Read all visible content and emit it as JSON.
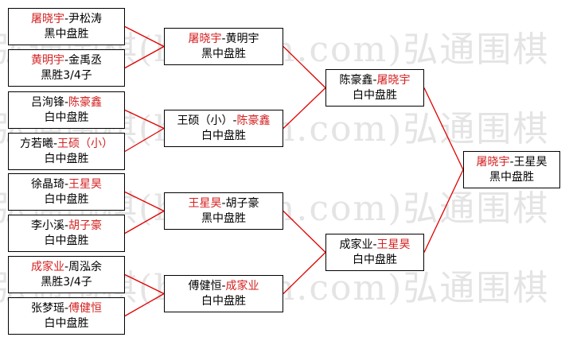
{
  "watermark": {
    "text": "弘通围棋(hootom.com)弘通围棋"
  },
  "colors": {
    "highlight": "#d42020",
    "connector": "#e00000",
    "border": "#000000"
  },
  "rounds": {
    "round1": [
      {
        "left": "屠晓宇",
        "right": "尹松涛",
        "winner": "left",
        "result": "黑中盘胜"
      },
      {
        "left": "黄明宇",
        "right": "金禹丞",
        "winner": "left",
        "result": "黑胜3/4子"
      },
      {
        "left": "吕洵锋",
        "right": "陈豪鑫",
        "winner": "right",
        "result": "白中盘胜"
      },
      {
        "left": "方若曦",
        "right": "王硕（小）",
        "winner": "right",
        "result": "白中盘胜"
      },
      {
        "left": "徐晶琦",
        "right": "王星昊",
        "winner": "right",
        "result": "白中盘胜"
      },
      {
        "left": "李小溪",
        "right": "胡子豪",
        "winner": "right",
        "result": "白中盘胜"
      },
      {
        "left": "成家业",
        "right": "周泓余",
        "winner": "left",
        "result": "黑胜3/4子"
      },
      {
        "left": "张梦瑶",
        "right": "傅健恒",
        "winner": "right",
        "result": "白中盘胜"
      }
    ],
    "round2": [
      {
        "left": "屠晓宇",
        "right": "黄明宇",
        "winner": "left",
        "result": "黑中盘胜"
      },
      {
        "left": "王硕（小）",
        "right": "陈豪鑫",
        "winner": "right",
        "result": "白中盘胜"
      },
      {
        "left": "王星昊",
        "right": "胡子豪",
        "winner": "left",
        "result": "黑中盘胜"
      },
      {
        "left": "傅健恒",
        "right": "成家业",
        "winner": "right",
        "result": "白中盘胜"
      }
    ],
    "round3": [
      {
        "left": "陈豪鑫",
        "right": "屠晓宇",
        "winner": "right",
        "result": "白中盘胜"
      },
      {
        "left": "成家业",
        "right": "王星昊",
        "winner": "right",
        "result": "白中盘胜"
      }
    ],
    "final": [
      {
        "left": "屠晓宇",
        "right": "王星昊",
        "winner": "left",
        "result": "黑中盘胜"
      }
    ]
  }
}
